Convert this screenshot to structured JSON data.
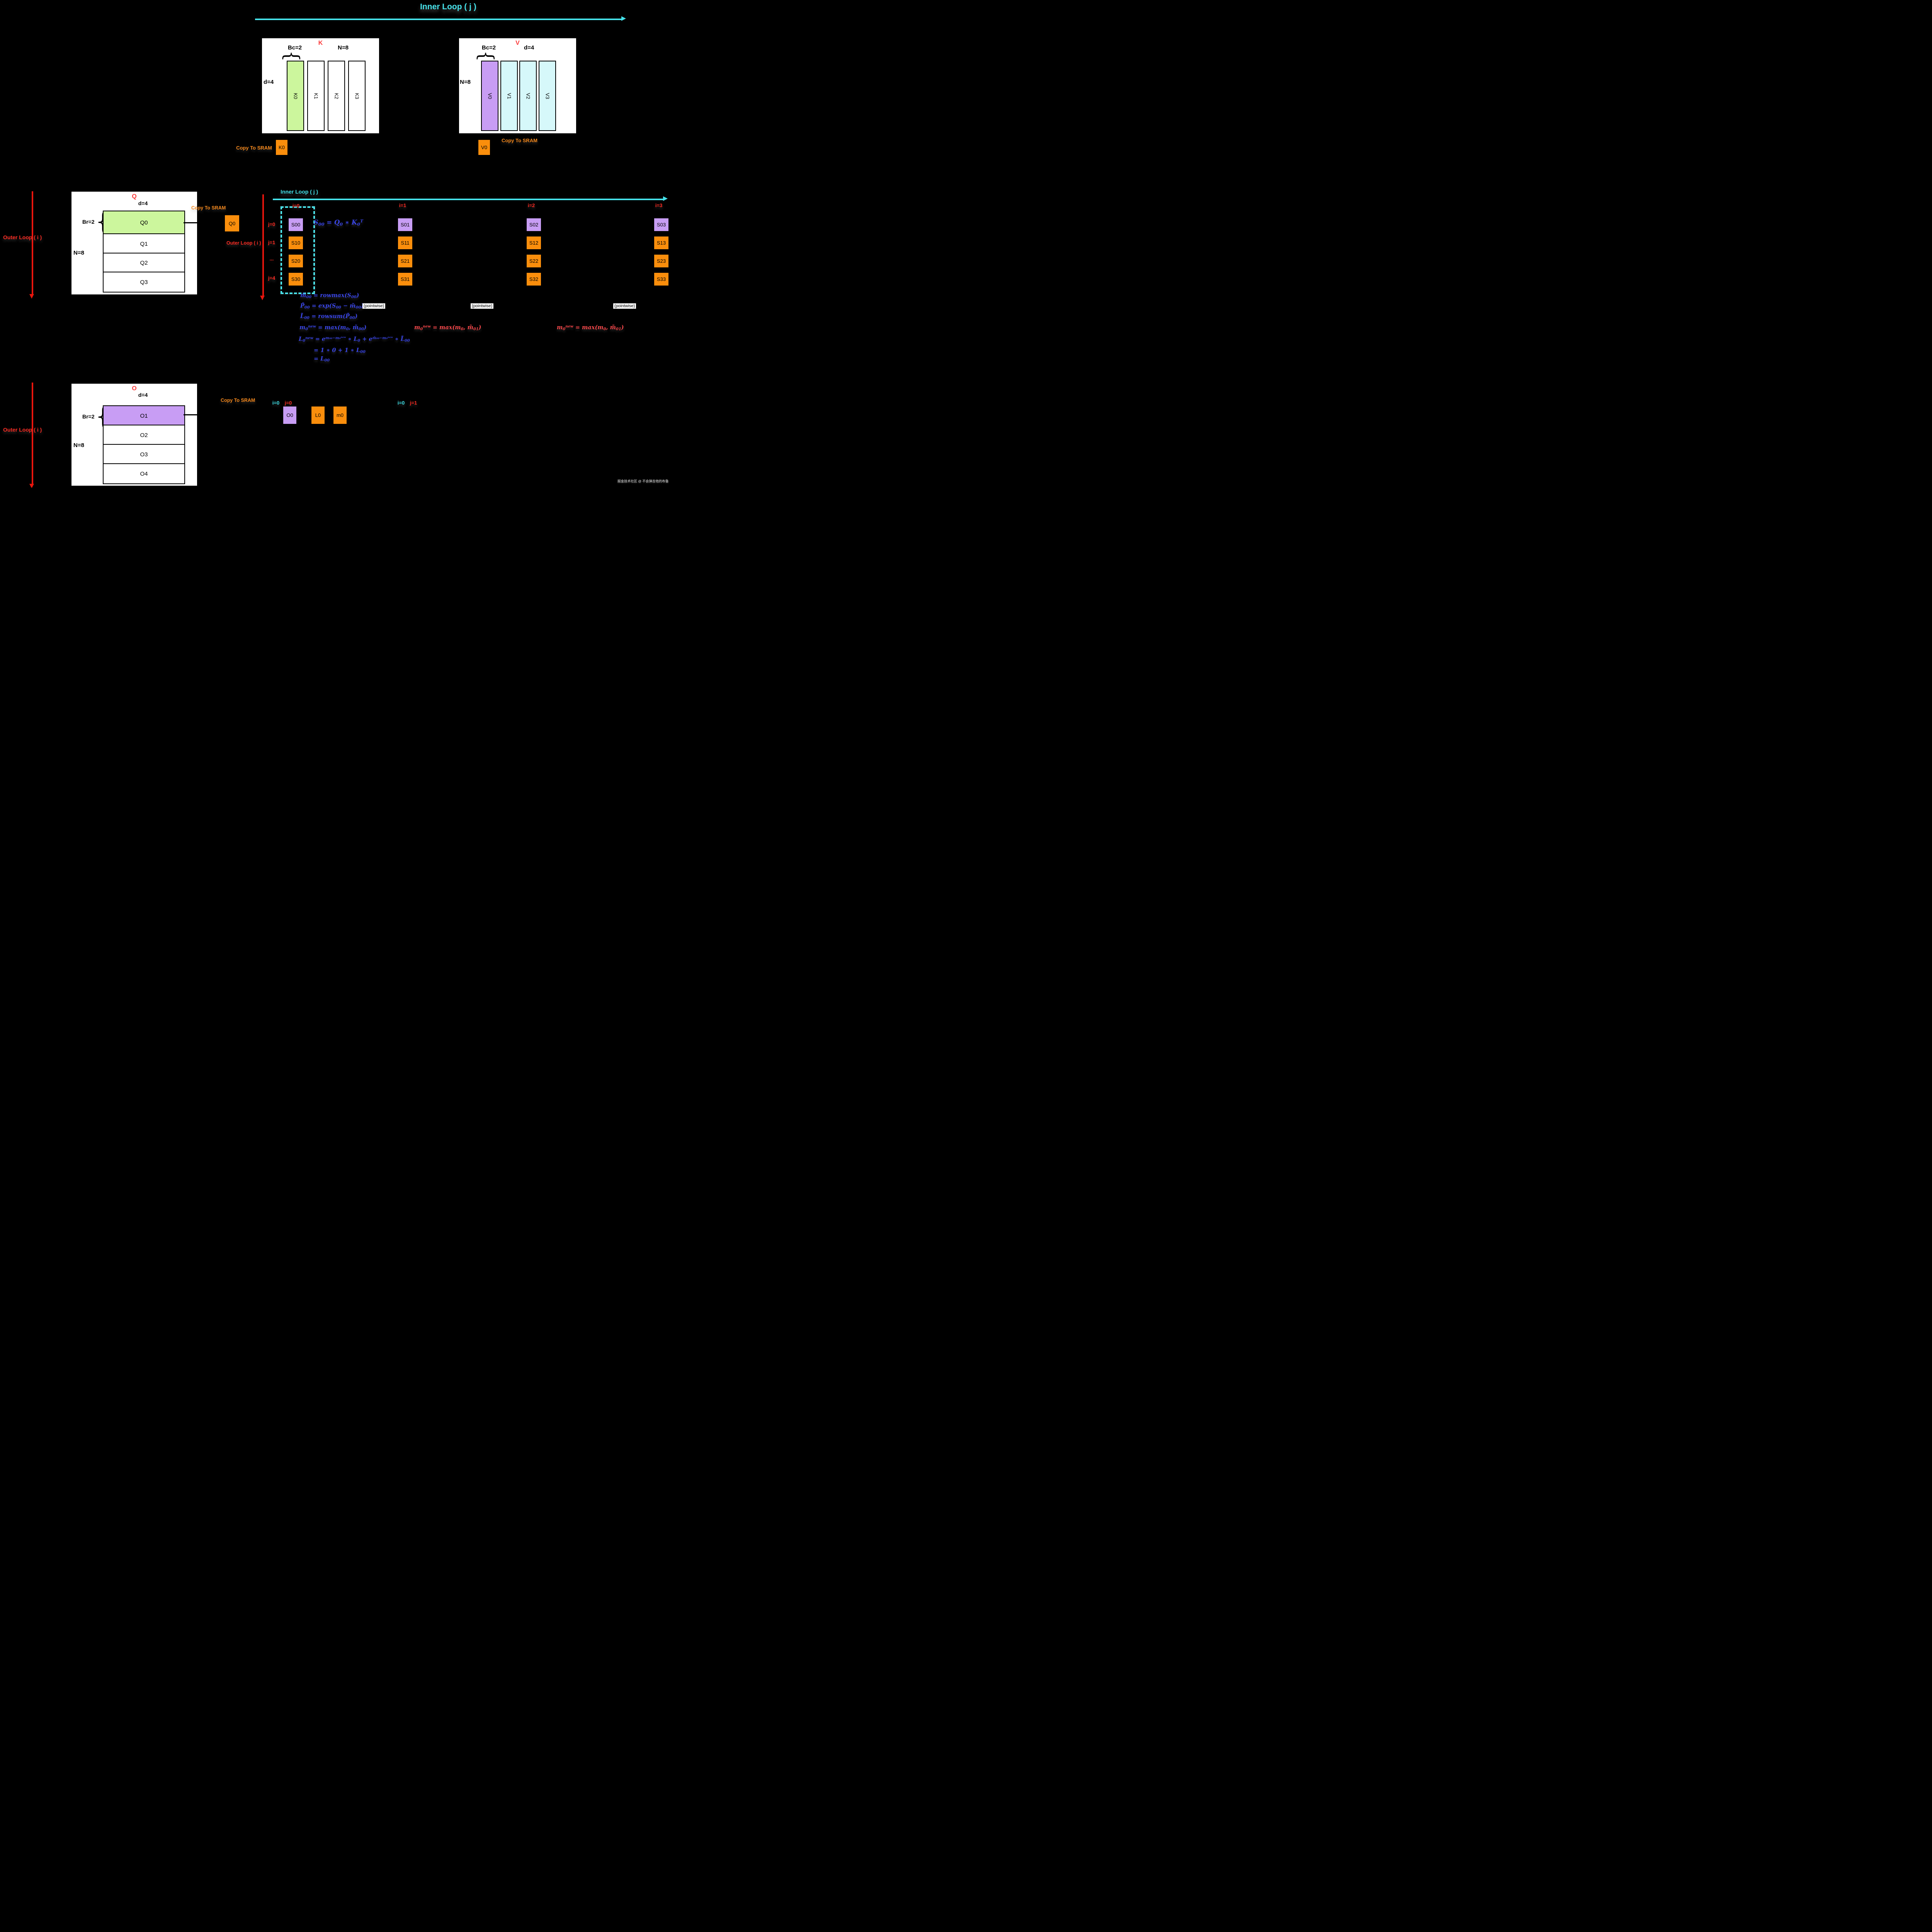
{
  "footer_credit": "掘金技术社区 @ 不会弹吉他的布鲁克",
  "colors": {
    "background": "#000000",
    "loop_cyan": "#45E2EA",
    "loop_red": "#E8150D",
    "label_red": "#FF2D24",
    "title_red": "#FB3B3B",
    "orange_box": "#FA8E0C",
    "orange_text": "#F5881C",
    "green_block": "#CCF69D",
    "purple_block": "#C89DF4",
    "light_cyan_block": "#D6F8FA",
    "formula_blue": "#3A46E8",
    "formula_pink": "#F8474A"
  },
  "loops": {
    "inner_top": "Inner Loop ( j )",
    "inner_mid": "Inner Loop ( j )",
    "outer_q": "Outer Loop ( i )",
    "outer_s": "Outer Loop ( i )",
    "outer_o": "Outer Loop ( i )"
  },
  "copy_to_sram": {
    "k": "Copy To SRAM",
    "v": "Copy To SRAM",
    "q": "Copy To SRAM",
    "o": "Copy To SRAM"
  },
  "k_panel": {
    "title": "K",
    "bc_label": "Bc=2",
    "n_label": "N=8",
    "d_label": "d=4",
    "columns": [
      {
        "label": "K0"
      },
      {
        "label": "K1"
      },
      {
        "label": "K2"
      },
      {
        "label": "K3"
      }
    ],
    "sram_box": "K0"
  },
  "v_panel": {
    "title": "V",
    "bc_label": "Bc=2",
    "d_label": "d=4",
    "n_label": "N=8",
    "columns": [
      {
        "label": "V0"
      },
      {
        "label": "V1"
      },
      {
        "label": "V2"
      },
      {
        "label": "V3"
      }
    ],
    "sram_box": "V0"
  },
  "q_panel": {
    "title": "Q",
    "d_label": "d=4",
    "br_label": "Br=2",
    "n_label": "N=8",
    "rows": [
      {
        "label": "Q0"
      },
      {
        "label": "Q1"
      },
      {
        "label": "Q2"
      },
      {
        "label": "Q3"
      }
    ],
    "sram_box": "Q0"
  },
  "o_panel": {
    "title": "O",
    "d_label": "d=4",
    "br_label": "Br=2",
    "n_label": "N=8",
    "rows": [
      {
        "label": "O1"
      },
      {
        "label": "O2"
      },
      {
        "label": "O3"
      },
      {
        "label": "O4"
      }
    ],
    "sram_boxes": [
      "O0",
      "L0",
      "m0"
    ]
  },
  "s_grid": {
    "col_headers": [
      "i=0",
      "i=1",
      "i=2",
      "i=3"
    ],
    "row_labels": [
      "j=0",
      "j=1",
      "...",
      "j=4"
    ],
    "columns": [
      {
        "cells": [
          "S00",
          "S10",
          "S20",
          "S30"
        ]
      },
      {
        "cells": [
          "S01",
          "S11",
          "S21",
          "S31"
        ]
      },
      {
        "cells": [
          "S02",
          "S12",
          "S22",
          "S32"
        ]
      },
      {
        "cells": [
          "S03",
          "S13",
          "S23",
          "S33"
        ]
      }
    ]
  },
  "bottom_labels": {
    "left_i": "i=0",
    "left_j": "j=0",
    "right_i": "i=0",
    "right_j": "j=1"
  },
  "formulas": {
    "s00": "S<sub>00</sub> = Q<sub>0</sub> ∗ K<sub>0</sub><sup>T</sup>",
    "m00": "m̃<sub>00</sub> = rowmax(S<sub>00</sub>)",
    "p00": "P̃<sub>00</sub> = exp(S<sub>00</sub> − m̃<sub>00</sub>)",
    "l00": "L̃<sub>00</sub> = rowsum(P̃<sub>00</sub>)",
    "mnew": "m<sub>0</sub><sup>new</sup> = max(m<sub>0</sub>, m̃<sub>00</sub>)",
    "lnew": "L<sub>0</sub><sup>new</sup> = e<sup>m₀₀−m₀ⁿᵉʷ</sup> ∗ L<sub>0</sub> + e<sup>m̃₀₀−m₀ⁿᵉʷ</sup> ∗ L̃<sub>00</sub>",
    "lnew2": "= 1 ∗ 0 + 1 ∗ L<sub>00</sub>",
    "lnew3": "= L<sub>00</sub>",
    "pointwise": "(pointwise)",
    "mnew_col1": "m<sub>0</sub><sup>new</sup> = max(m<sub>0</sub>, m̃<sub>01</sub>)",
    "mnew_col2": "m<sub>0</sub><sup>new</sup> = max(m<sub>0</sub>, m̃<sub>01</sub>)"
  }
}
